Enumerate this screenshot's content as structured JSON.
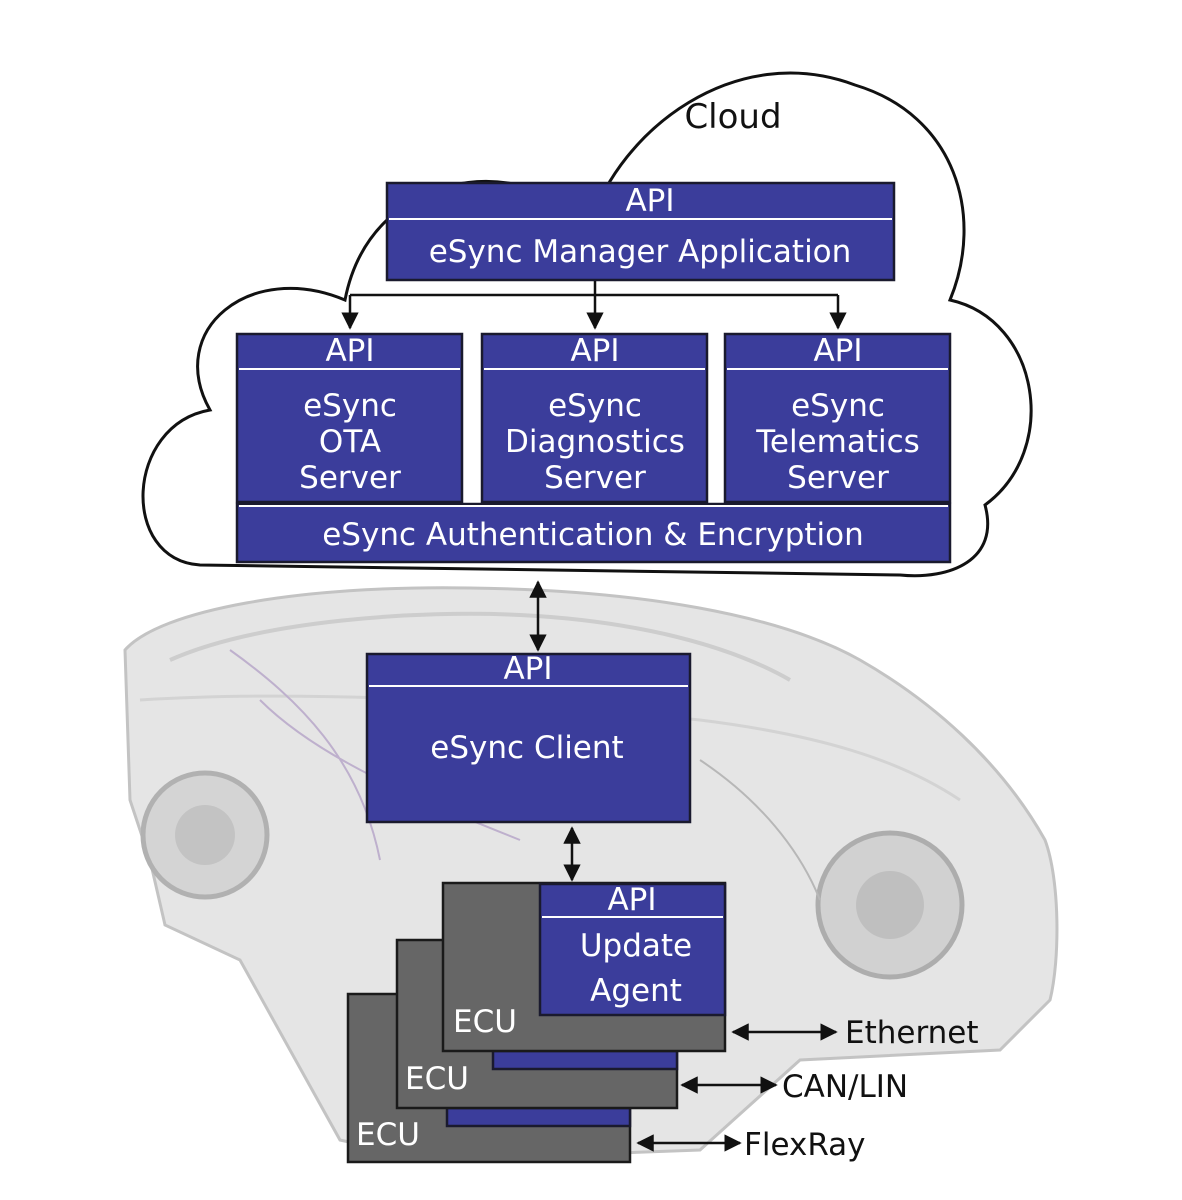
{
  "cloud": {
    "label": "Cloud"
  },
  "manager": {
    "api": "API",
    "title": "eSync Manager Application"
  },
  "servers": [
    {
      "api": "API",
      "lines": [
        "eSync",
        "OTA",
        "Server"
      ]
    },
    {
      "api": "API",
      "lines": [
        "eSync",
        "Diagnostics",
        "Server"
      ]
    },
    {
      "api": "API",
      "lines": [
        "eSync",
        "Telematics",
        "Server"
      ]
    }
  ],
  "auth": {
    "title": "eSync Authentication & Encryption"
  },
  "client": {
    "api": "API",
    "title": "eSync Client"
  },
  "update_agent": {
    "api": "API",
    "lines": [
      "Update",
      "Agent"
    ]
  },
  "ecus": [
    "ECU",
    "ECU",
    "ECU"
  ],
  "buses": [
    "Ethernet",
    "CAN/LIN",
    "FlexRay"
  ],
  "colors": {
    "box_blue": "#3b3d9b",
    "ecu_gray": "#666666",
    "car_gray": "#d9d9d9"
  }
}
